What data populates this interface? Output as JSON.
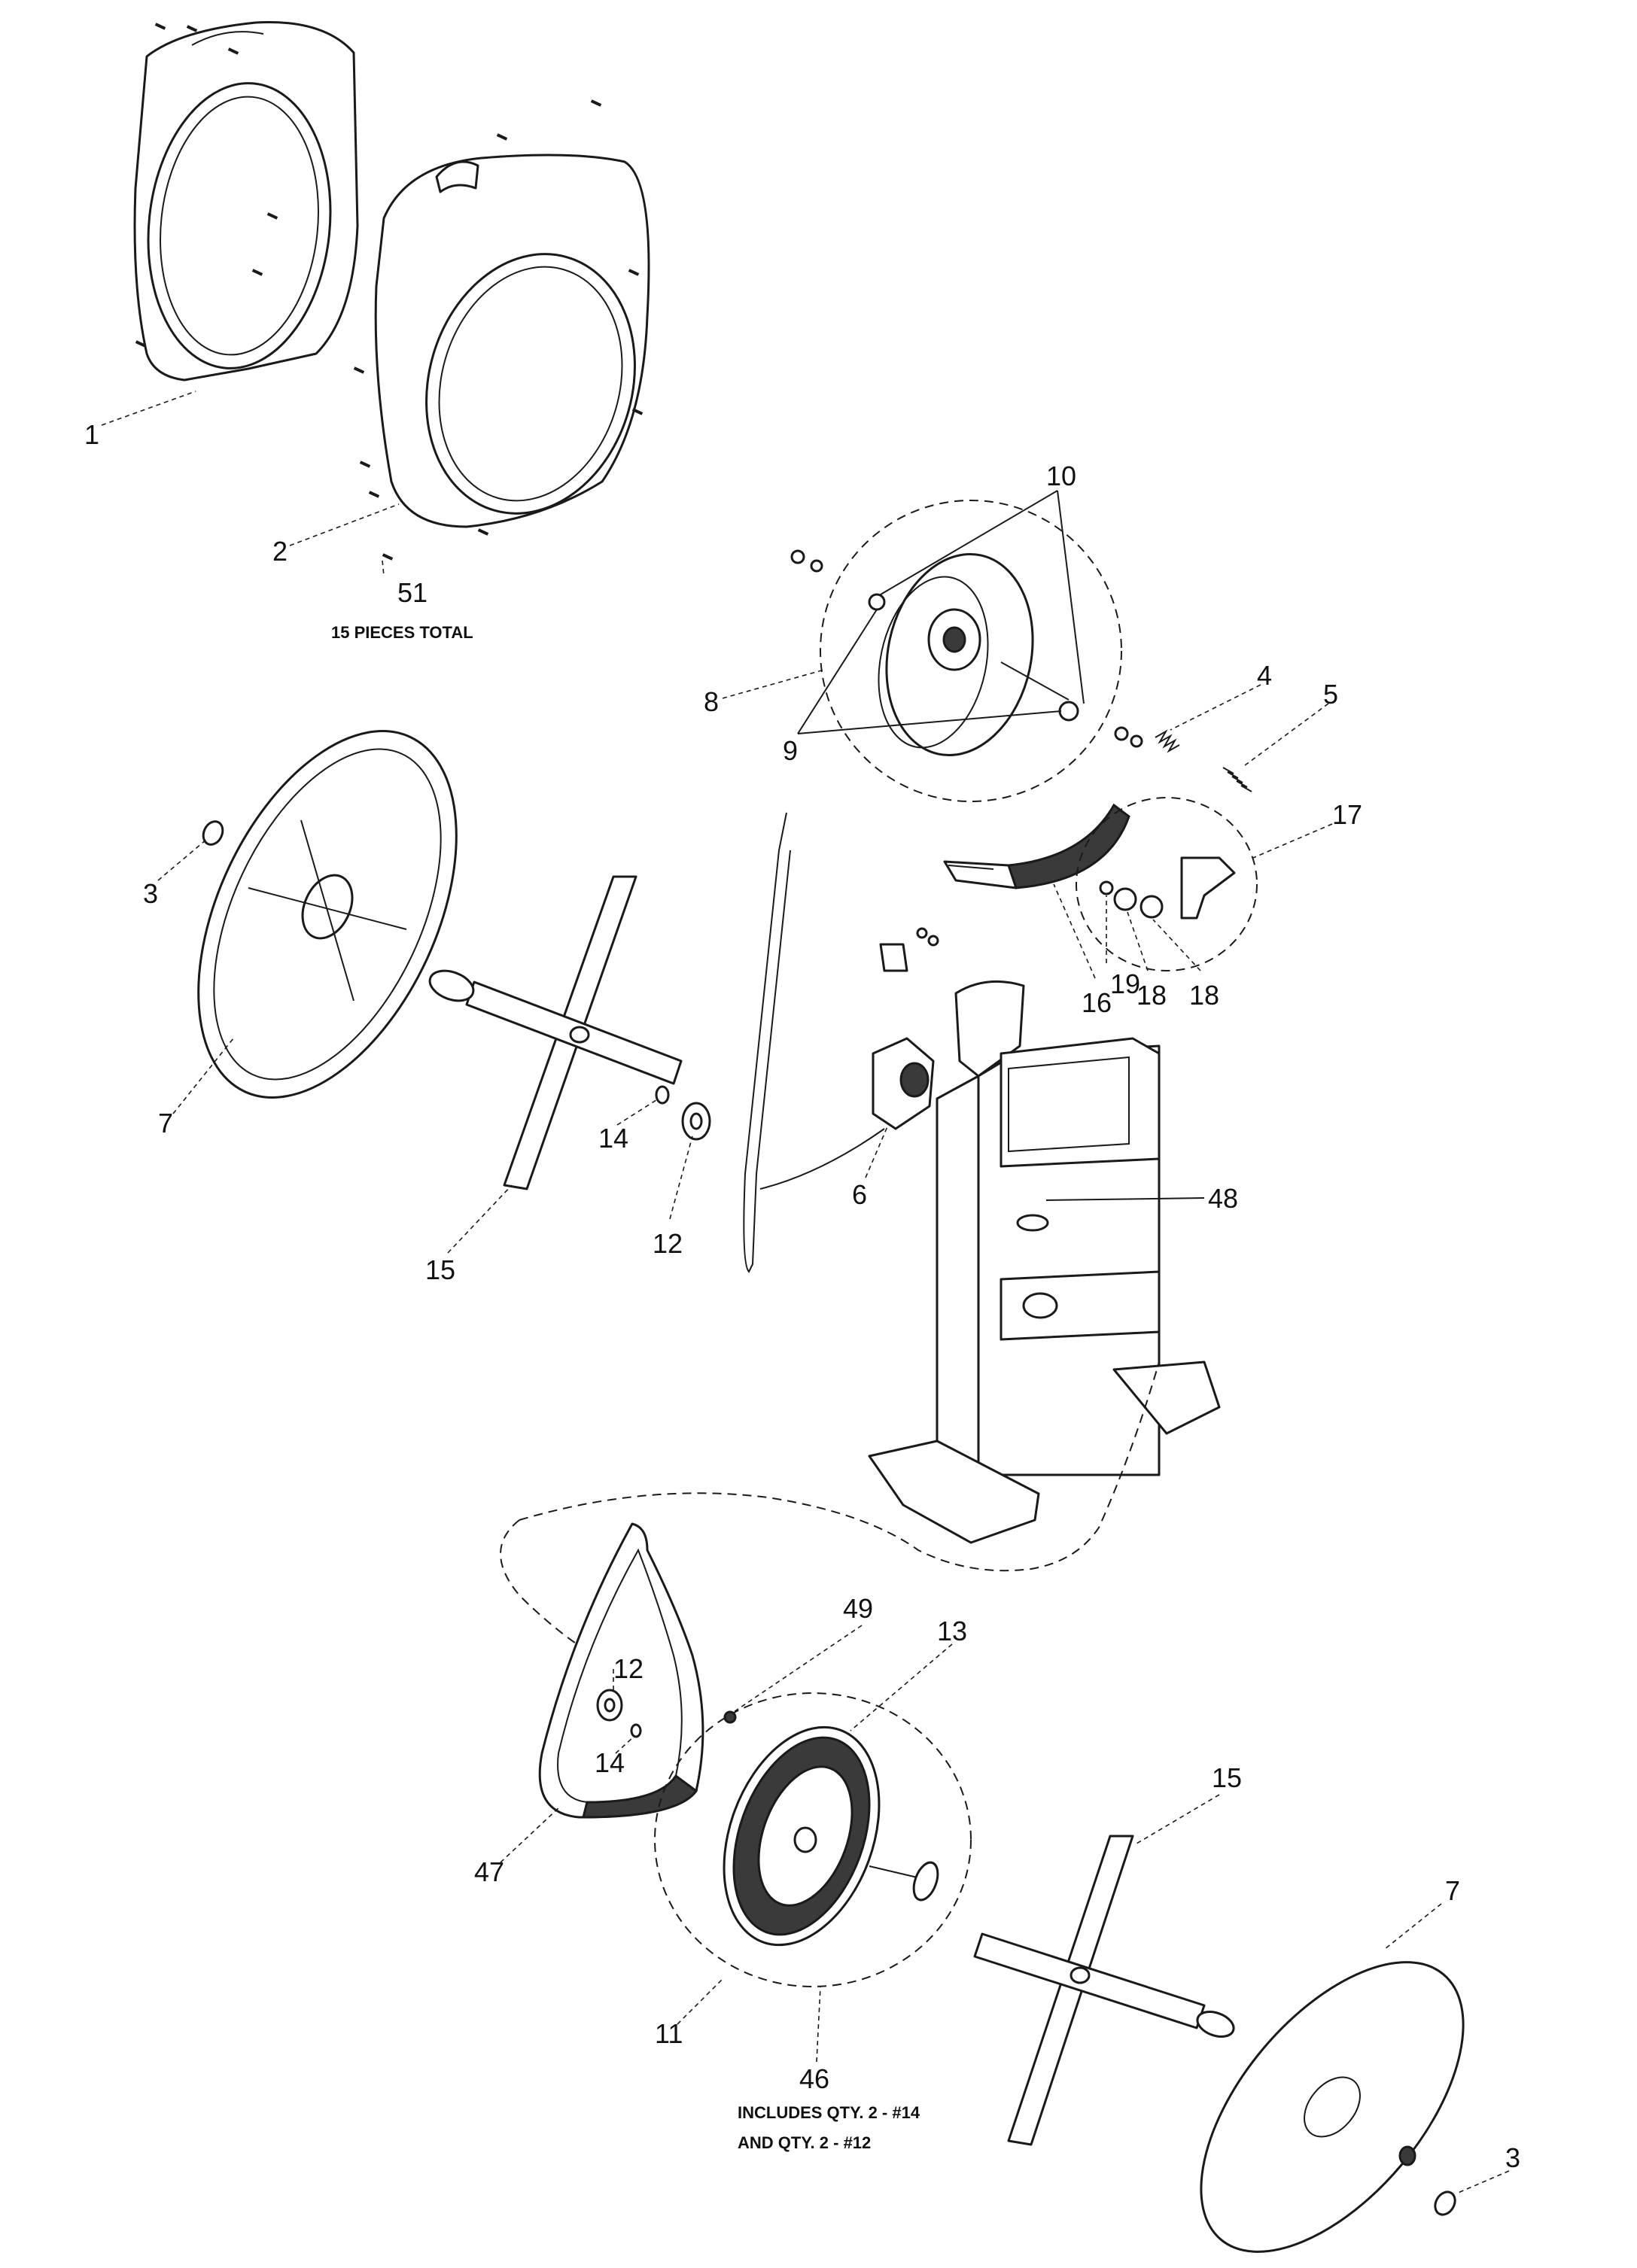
{
  "callouts": {
    "c1": "1",
    "c2": "2",
    "c51": "51",
    "c51_note": "15 PIECES TOTAL",
    "c10": "10",
    "c8": "8",
    "c9": "9",
    "c4": "4",
    "c5": "5",
    "c17": "17",
    "c3a": "3",
    "c7a": "7",
    "c14a": "14",
    "c12a": "12",
    "c15a": "15",
    "c6": "6",
    "c16": "16",
    "c19": "19",
    "c18a": "18",
    "c18b": "18",
    "c48": "48",
    "c49": "49",
    "c13": "13",
    "c12b": "12",
    "c14b": "14",
    "c47": "47",
    "c15b": "15",
    "c7b": "7",
    "c11": "11",
    "c46": "46",
    "c46_note1": "INCLUDES QTY. 2 - #14",
    "c46_note2": "AND QTY. 2 - #12",
    "c3b": "3"
  }
}
